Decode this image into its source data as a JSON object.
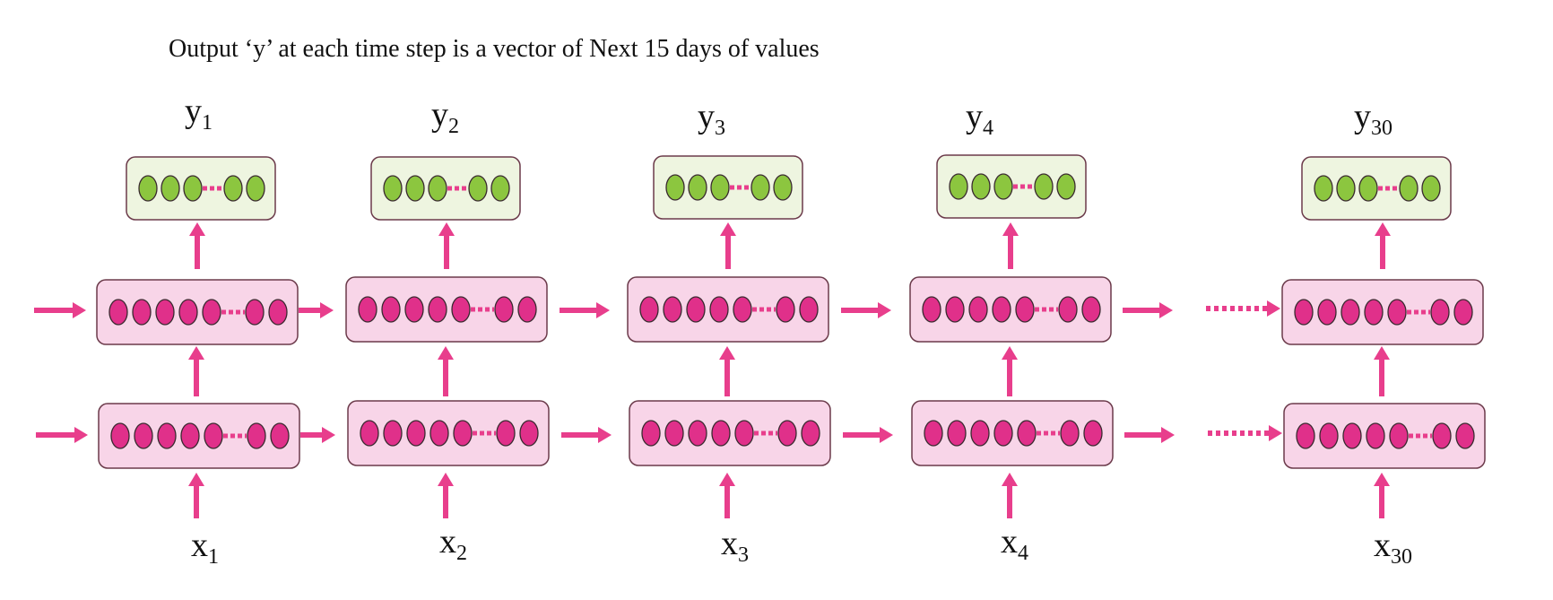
{
  "caption": "Output ‘y’ at each time step is a vector of Next 15 days of values",
  "columns": [
    {
      "y": "y",
      "y_sub": "1",
      "x": "x",
      "x_sub": "1"
    },
    {
      "y": "y",
      "y_sub": "2",
      "x": "x",
      "x_sub": "2"
    },
    {
      "y": "y",
      "y_sub": "3",
      "x": "x",
      "x_sub": "3"
    },
    {
      "y": "y",
      "y_sub": "4",
      "x": "x",
      "x_sub": "4"
    },
    {
      "y": "y",
      "y_sub": "30",
      "x": "x",
      "x_sub": "30"
    }
  ],
  "colors": {
    "arrow": "#e83e8c",
    "hidden_fill": "#f8d5e8",
    "hidden_node": "#e0308a",
    "output_fill": "#eef5e0",
    "output_node": "#8cc63f",
    "box_stroke": "#6b3a4a"
  },
  "icons": {
    "hidden_node": "magenta-circle",
    "output_node": "green-circle",
    "arrow": "right-arrow",
    "ellipsis": "dotted-connector"
  }
}
